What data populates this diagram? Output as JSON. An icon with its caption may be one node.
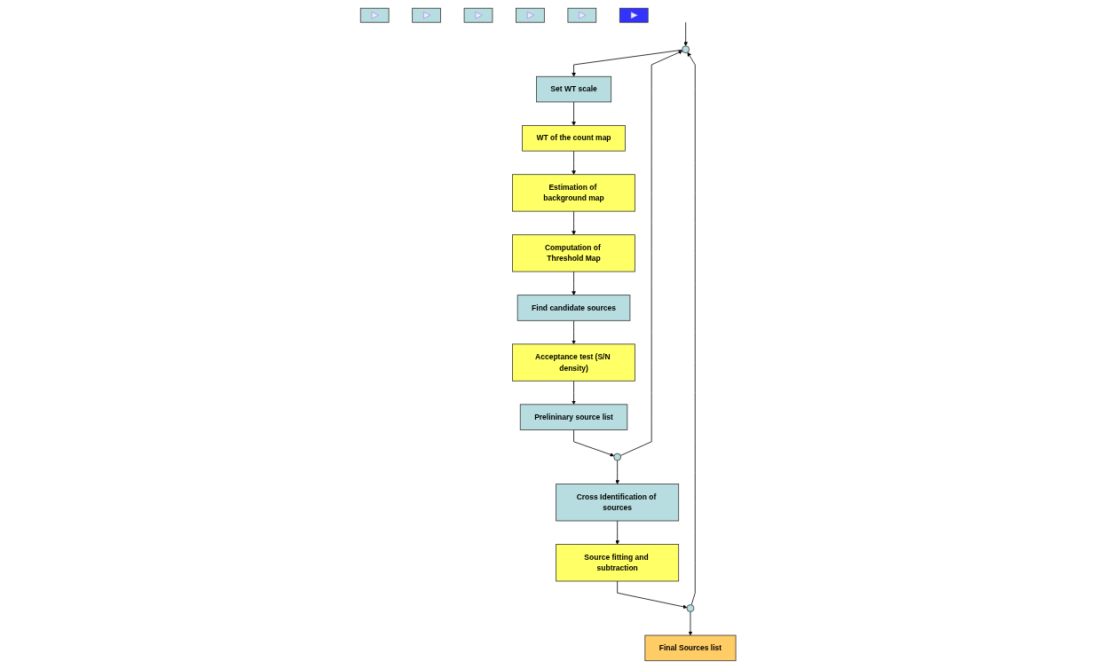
{
  "diagram": {
    "nodes": [
      {
        "text": [],
        "shape": "circle"
      },
      {
        "text": [
          "Set WT scale"
        ]
      },
      {
        "text": [
          "WT of the count map"
        ]
      },
      {
        "text": [],
        "shape": "box"
      },
      {
        "text": [
          "Estimation of background map"
        ]
      },
      {
        "text": [],
        "shape": "box"
      },
      {
        "text": [
          "Computation of Threshold Map"
        ]
      },
      {
        "text": [],
        "shape": "box"
      },
      {
        "text": [
          "Find candidate sources"
        ]
      },
      {
        "text": [
          "Acceptance test (S/N density)"
        ]
      },
      {
        "text": [],
        "shape": "box"
      },
      {
        "text": [
          "Prelininary source list"
        ]
      },
      {
        "text": [],
        "shape": "circle"
      },
      {
        "text": [
          "Cross Identification of sources"
        ]
      },
      {
        "text": [
          "Source fitting and subtraction"
        ]
      },
      {
        "text": [],
        "shape": "box"
      },
      {
        "text": [],
        "shape": "circle"
      },
      {
        "text": [
          "Final Sources list"
        ]
      },
      {
        "text": [],
        "shape": "box"
      }
    ],
    "edges": [
      {
        "from": null,
        "to": 0,
        "arrow": "to"
      },
      {
        "from": 0,
        "to": 1,
        "arrow": "to"
      },
      {
        "from": 1,
        "to": 2,
        "arrow": "to"
      },
      {
        "from": 2,
        "to": 4,
        "arrow": "to"
      },
      {
        "from": 4,
        "to": 6,
        "arrow": "to"
      },
      {
        "from": 6,
        "to": 8,
        "arrow": "to"
      },
      {
        "from": 8,
        "to": 9,
        "arrow": "to"
      },
      {
        "from": 9,
        "to": 11,
        "arrow": "to"
      },
      {
        "from": 11,
        "to": 12,
        "arrow": "to"
      },
      {
        "from": 12,
        "to": 0,
        "arrow": "to"
      },
      {
        "from": 12,
        "to": 13,
        "arrow": "to"
      },
      {
        "from": 13,
        "to": 14,
        "arrow": "to"
      },
      {
        "from": 14,
        "to": 16,
        "arrow": "to"
      },
      {
        "from": 16,
        "to": 0,
        "arrow": "to"
      },
      {
        "from": 16,
        "to": 17,
        "arrow": "to"
      }
    ]
  }
}
